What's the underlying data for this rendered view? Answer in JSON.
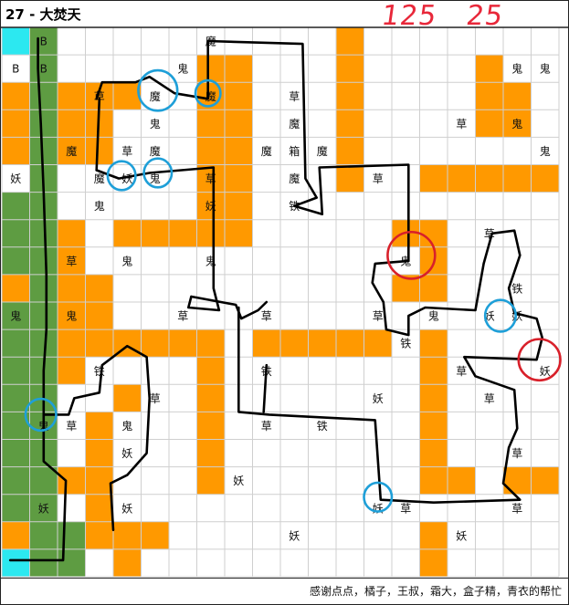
{
  "header": {
    "title": "27 - 大焚天",
    "note_numbers": [
      "125",
      "25"
    ]
  },
  "footer": {
    "credits": "感谢点点，橘子，王叔，霜大，盒子精，青衣的帮忙"
  },
  "legend_colors": {
    "floor": "#ffffff",
    "wall": "#ff9900",
    "grass_edge": "#5e9c42",
    "portal": "#2ce8f0",
    "path": "#000000",
    "circle_blue": "#1e9fd8",
    "circle_red": "#d8202a"
  },
  "grid": {
    "cols": 20,
    "rows": 20,
    "walls": [
      [
        0,
        2
      ],
      [
        0,
        3
      ],
      [
        0,
        4
      ],
      [
        1,
        2
      ],
      [
        1,
        3
      ],
      [
        1,
        4
      ],
      [
        2,
        2
      ],
      [
        2,
        3
      ],
      [
        2,
        4
      ],
      [
        3,
        2
      ],
      [
        3,
        3
      ],
      [
        3,
        4
      ],
      [
        4,
        2
      ],
      [
        7,
        1
      ],
      [
        7,
        2
      ],
      [
        7,
        3
      ],
      [
        7,
        4
      ],
      [
        7,
        5
      ],
      [
        7,
        6
      ],
      [
        7,
        7
      ],
      [
        8,
        1
      ],
      [
        8,
        2
      ],
      [
        8,
        3
      ],
      [
        8,
        4
      ],
      [
        8,
        5
      ],
      [
        8,
        6
      ],
      [
        8,
        7
      ],
      [
        12,
        0
      ],
      [
        12,
        1
      ],
      [
        12,
        2
      ],
      [
        12,
        3
      ],
      [
        12,
        4
      ],
      [
        12,
        5
      ],
      [
        17,
        1
      ],
      [
        17,
        2
      ],
      [
        17,
        3
      ],
      [
        17,
        5
      ],
      [
        18,
        2
      ],
      [
        18,
        3
      ],
      [
        18,
        5
      ],
      [
        15,
        5
      ],
      [
        16,
        5
      ],
      [
        19,
        5
      ],
      [
        1,
        7
      ],
      [
        2,
        7
      ],
      [
        4,
        7
      ],
      [
        5,
        7
      ],
      [
        6,
        7
      ],
      [
        14,
        7
      ],
      [
        15,
        7
      ],
      [
        15,
        8
      ],
      [
        14,
        9
      ],
      [
        15,
        9
      ],
      [
        2,
        8
      ],
      [
        2,
        9
      ],
      [
        3,
        9
      ],
      [
        2,
        10
      ],
      [
        3,
        10
      ],
      [
        0,
        9
      ],
      [
        2,
        11
      ],
      [
        3,
        11
      ],
      [
        4,
        11
      ],
      [
        5,
        11
      ],
      [
        6,
        11
      ],
      [
        7,
        11
      ],
      [
        9,
        11
      ],
      [
        10,
        11
      ],
      [
        11,
        11
      ],
      [
        12,
        11
      ],
      [
        13,
        11
      ],
      [
        15,
        11
      ],
      [
        15,
        12
      ],
      [
        15,
        13
      ],
      [
        15,
        14
      ],
      [
        15,
        15
      ],
      [
        2,
        12
      ],
      [
        7,
        12
      ],
      [
        7,
        13
      ],
      [
        7,
        14
      ],
      [
        7,
        15
      ],
      [
        7,
        16
      ],
      [
        4,
        13
      ],
      [
        3,
        14
      ],
      [
        3,
        15
      ],
      [
        3,
        16
      ],
      [
        1,
        15
      ],
      [
        1,
        16
      ],
      [
        2,
        16
      ],
      [
        3,
        17
      ],
      [
        15,
        16
      ],
      [
        16,
        16
      ],
      [
        18,
        16
      ],
      [
        19,
        16
      ],
      [
        0,
        18
      ],
      [
        1,
        18
      ],
      [
        2,
        18
      ],
      [
        3,
        18
      ],
      [
        4,
        18
      ],
      [
        5,
        18
      ],
      [
        4,
        19
      ],
      [
        15,
        18
      ],
      [
        15,
        19
      ]
    ],
    "grass": [
      [
        1,
        0
      ],
      [
        1,
        1
      ],
      [
        1,
        2
      ],
      [
        1,
        3
      ],
      [
        1,
        4
      ],
      [
        1,
        5
      ],
      [
        1,
        6
      ],
      [
        1,
        7
      ],
      [
        1,
        8
      ],
      [
        1,
        9
      ],
      [
        1,
        10
      ],
      [
        1,
        11
      ],
      [
        1,
        12
      ],
      [
        1,
        13
      ],
      [
        1,
        14
      ],
      [
        1,
        15
      ],
      [
        1,
        16
      ],
      [
        1,
        17
      ],
      [
        1,
        18
      ],
      [
        1,
        19
      ],
      [
        0,
        6
      ],
      [
        0,
        7
      ],
      [
        0,
        8
      ],
      [
        0,
        10
      ],
      [
        0,
        11
      ],
      [
        0,
        12
      ],
      [
        0,
        13
      ],
      [
        0,
        14
      ],
      [
        0,
        15
      ],
      [
        0,
        16
      ],
      [
        0,
        17
      ],
      [
        2,
        18
      ],
      [
        2,
        19
      ]
    ],
    "portals": [
      [
        0,
        0
      ],
      [
        0,
        19
      ]
    ],
    "labels": [
      {
        "c": 1,
        "r": 0,
        "t": "B"
      },
      {
        "c": 0,
        "r": 1,
        "t": "B"
      },
      {
        "c": 1,
        "r": 1,
        "t": "B"
      },
      {
        "c": 7,
        "r": 0,
        "t": "魔"
      },
      {
        "c": 6,
        "r": 1,
        "t": "鬼"
      },
      {
        "c": 18,
        "r": 1,
        "t": "鬼"
      },
      {
        "c": 19,
        "r": 1,
        "t": "鬼"
      },
      {
        "c": 3,
        "r": 2,
        "t": "草"
      },
      {
        "c": 5,
        "r": 2,
        "t": "魔"
      },
      {
        "c": 7,
        "r": 2,
        "t": "魔"
      },
      {
        "c": 10,
        "r": 2,
        "t": "草"
      },
      {
        "c": 5,
        "r": 3,
        "t": "鬼"
      },
      {
        "c": 10,
        "r": 3,
        "t": "魔"
      },
      {
        "c": 16,
        "r": 3,
        "t": "草"
      },
      {
        "c": 18,
        "r": 3,
        "t": "鬼"
      },
      {
        "c": 2,
        "r": 4,
        "t": "魔"
      },
      {
        "c": 4,
        "r": 4,
        "t": "草"
      },
      {
        "c": 5,
        "r": 4,
        "t": "魔"
      },
      {
        "c": 9,
        "r": 4,
        "t": "魔"
      },
      {
        "c": 10,
        "r": 4,
        "t": "箱"
      },
      {
        "c": 11,
        "r": 4,
        "t": "魔"
      },
      {
        "c": 19,
        "r": 4,
        "t": "鬼"
      },
      {
        "c": 0,
        "r": 5,
        "t": "妖"
      },
      {
        "c": 3,
        "r": 5,
        "t": "魔"
      },
      {
        "c": 4,
        "r": 5,
        "t": "妖"
      },
      {
        "c": 5,
        "r": 5,
        "t": "鬼"
      },
      {
        "c": 7,
        "r": 5,
        "t": "草"
      },
      {
        "c": 10,
        "r": 5,
        "t": "魔"
      },
      {
        "c": 13,
        "r": 5,
        "t": "草"
      },
      {
        "c": 3,
        "r": 6,
        "t": "鬼"
      },
      {
        "c": 7,
        "r": 6,
        "t": "妖"
      },
      {
        "c": 10,
        "r": 6,
        "t": "铁"
      },
      {
        "c": 17,
        "r": 7,
        "t": "草"
      },
      {
        "c": 2,
        "r": 8,
        "t": "草"
      },
      {
        "c": 4,
        "r": 8,
        "t": "鬼"
      },
      {
        "c": 7,
        "r": 8,
        "t": "鬼"
      },
      {
        "c": 14,
        "r": 8,
        "t": "鬼"
      },
      {
        "c": 18,
        "r": 9,
        "t": "铁"
      },
      {
        "c": 0,
        "r": 10,
        "t": "鬼"
      },
      {
        "c": 2,
        "r": 10,
        "t": "鬼"
      },
      {
        "c": 6,
        "r": 10,
        "t": "草"
      },
      {
        "c": 9,
        "r": 10,
        "t": "草"
      },
      {
        "c": 13,
        "r": 10,
        "t": "草"
      },
      {
        "c": 15,
        "r": 10,
        "t": "鬼"
      },
      {
        "c": 17,
        "r": 10,
        "t": "妖"
      },
      {
        "c": 18,
        "r": 10,
        "t": "妖"
      },
      {
        "c": 14,
        "r": 11,
        "t": "铁"
      },
      {
        "c": 3,
        "r": 12,
        "t": "铁"
      },
      {
        "c": 9,
        "r": 12,
        "t": "铁"
      },
      {
        "c": 16,
        "r": 12,
        "t": "草"
      },
      {
        "c": 19,
        "r": 12,
        "t": "妖"
      },
      {
        "c": 5,
        "r": 13,
        "t": "草"
      },
      {
        "c": 13,
        "r": 13,
        "t": "妖"
      },
      {
        "c": 17,
        "r": 13,
        "t": "草"
      },
      {
        "c": 1,
        "r": 14,
        "t": "鬼"
      },
      {
        "c": 2,
        "r": 14,
        "t": "草"
      },
      {
        "c": 4,
        "r": 14,
        "t": "鬼"
      },
      {
        "c": 9,
        "r": 14,
        "t": "草"
      },
      {
        "c": 11,
        "r": 14,
        "t": "铁"
      },
      {
        "c": 4,
        "r": 15,
        "t": "妖"
      },
      {
        "c": 18,
        "r": 15,
        "t": "草"
      },
      {
        "c": 8,
        "r": 16,
        "t": "妖"
      },
      {
        "c": 1,
        "r": 17,
        "t": "妖"
      },
      {
        "c": 4,
        "r": 17,
        "t": "妖"
      },
      {
        "c": 13,
        "r": 17,
        "t": "妖"
      },
      {
        "c": 14,
        "r": 17,
        "t": "草"
      },
      {
        "c": 18,
        "r": 17,
        "t": "草"
      },
      {
        "c": 10,
        "r": 18,
        "t": "妖"
      },
      {
        "c": 16,
        "r": 18,
        "t": "妖"
      }
    ]
  }
}
